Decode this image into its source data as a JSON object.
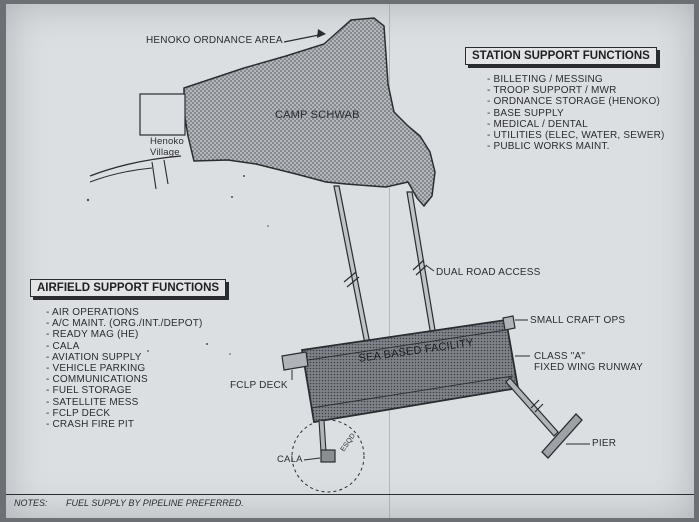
{
  "labels": {
    "ordnance_area": "HENOKO ORDNANCE AREA",
    "camp": "CAMP SCHWAB",
    "village": "Henoko\nVillage",
    "dual_road": "DUAL ROAD ACCESS",
    "small_craft": "SMALL CRAFT OPS",
    "sea_based": "SEA BASED FACILITY",
    "runway": "CLASS \"A\"\nFIXED WING RUNWAY",
    "fclp_deck": "FCLP DECK",
    "pier": "PIER",
    "cala": "CALA",
    "esqd": "ESQD"
  },
  "station": {
    "title": "STATION SUPPORT FUNCTIONS",
    "items": [
      "BILLETING / MESSING",
      "TROOP SUPPORT / MWR",
      "ORDNANCE STORAGE (HENOKO)",
      "BASE SUPPLY",
      "MEDICAL / DENTAL",
      "UTILITIES (ELEC, WATER, SEWER)",
      "PUBLIC WORKS MAINT."
    ]
  },
  "airfield": {
    "title": "AIRFIELD SUPPORT FUNCTIONS",
    "items": [
      "AIR OPERATIONS",
      "A/C MAINT. (ORG./INT./DEPOT)",
      "READY MAG (HE)",
      "CALA",
      "AVIATION SUPPLY",
      "VEHICLE PARKING",
      "COMMUNICATIONS",
      "FUEL STORAGE",
      "SATELLITE MESS",
      "FCLP DECK",
      "CRASH FIRE PIT"
    ]
  },
  "notes": {
    "label": "NOTES:",
    "text": "FUEL SUPPLY BY PIPELINE PREFERRED."
  },
  "colors": {
    "ink": "#2a2c30",
    "paper": "#dcdfe2",
    "camp_fill": "#a7abb0",
    "facility_fill": "#7d8187"
  }
}
